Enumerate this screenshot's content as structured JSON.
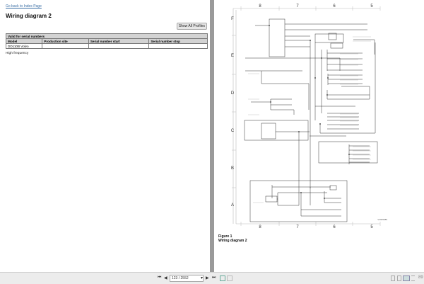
{
  "left_page": {
    "back_link": "Go back to Index Page",
    "title": "Wiring diagram 2",
    "show_profiles_button": "Show All Profiles",
    "table": {
      "caption": "Valid for serial numbers",
      "columns": [
        "Model",
        "Production site",
        "Serial number start",
        "Serial number stop"
      ],
      "rows": [
        [
          "DD110B Volvo",
          "",
          "",
          ""
        ]
      ]
    },
    "note": "High frequency"
  },
  "right_page": {
    "diagram": {
      "column_labels": [
        "8",
        "7",
        "6",
        "5"
      ],
      "row_labels": [
        "F",
        "E",
        "D",
        "C",
        "B",
        "A"
      ],
      "watermark": "V1045480"
    },
    "figure_label": "Figure 1",
    "figure_caption": "Wiring diagram 2"
  },
  "toolbar": {
    "first_page": "⏮",
    "prev_page": "◀",
    "page_indicator": "123 / 2552",
    "dropdown": "▾",
    "next_page": "▶",
    "last_page": "⏭",
    "zoom_value": "89"
  }
}
